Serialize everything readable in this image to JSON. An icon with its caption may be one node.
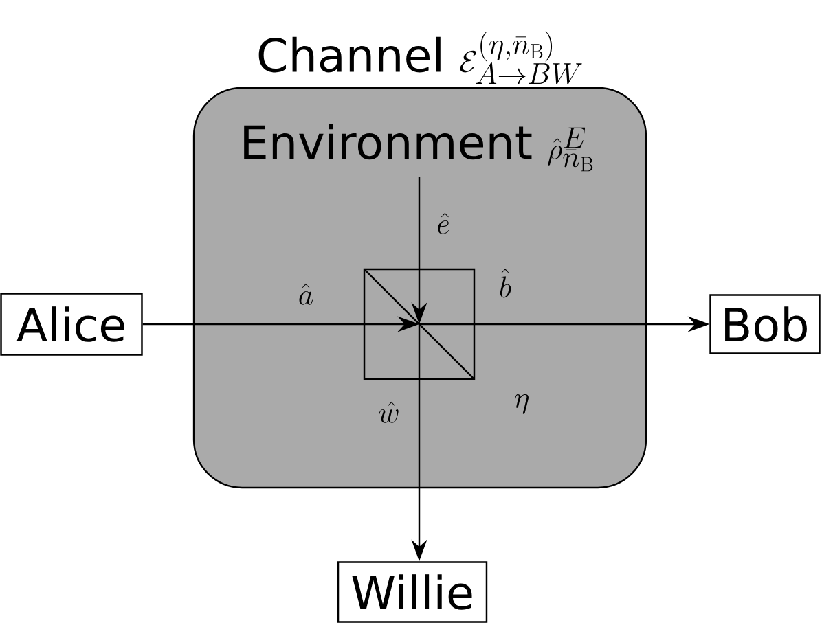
{
  "diagram": {
    "nodes": [
      {
        "text": [
          "Channel",
          "\\mathcal{E}_{A\\to BW}^{(\\eta,\\bar{n}_{\\mathrm{B}})}"
        ]
      },
      {
        "text": [
          "Environment",
          "\\hat{\\rho}^{E}_{\\bar{n}_{\\mathrm{B}}}"
        ],
        "in": 0
      },
      {
        "text": [],
        "shape": "box",
        "in": 0,
        "beside": [
          "\\eta"
        ]
      },
      {
        "text": [
          "Alice"
        ]
      },
      {
        "text": [
          "Bob"
        ]
      },
      {
        "text": [
          "Willie"
        ]
      }
    ],
    "edges": [
      {
        "from": 3,
        "to": 2,
        "arrow": "to",
        "label": "\\hat{a}"
      },
      {
        "from": 1,
        "to": 2,
        "arrow": "to",
        "label": "\\hat{e}"
      },
      {
        "from": 2,
        "to": 4,
        "arrow": "to",
        "label": "\\hat{b}"
      },
      {
        "from": 2,
        "to": 5,
        "arrow": "to",
        "label": "\\hat{w}"
      }
    ]
  }
}
